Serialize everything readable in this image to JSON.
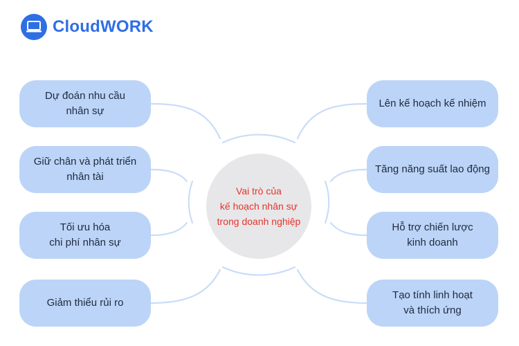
{
  "brand": {
    "name": "CloudWORK",
    "icon": "laptop-icon",
    "color": "#2f6fe4"
  },
  "center": {
    "text": "Vai trò của\nkế hoạch nhân sự\ntrong doanh nghiệp",
    "color": "#e5342b"
  },
  "left_nodes": [
    {
      "label": "Dự đoán nhu cầu\nnhân sự"
    },
    {
      "label": "Giữ chân và phát triển\nnhân tài"
    },
    {
      "label": "Tối ưu hóa\nchi phí nhân sự"
    },
    {
      "label": "Giảm thiểu rủi ro"
    }
  ],
  "right_nodes": [
    {
      "label": "Lên kế hoạch kế nhiệm"
    },
    {
      "label": "Tăng năng suất lao động"
    },
    {
      "label": "Hỗ trợ chiến lược\nkinh doanh"
    },
    {
      "label": "Tạo tính linh hoạt\nvà thích ứng"
    }
  ],
  "colors": {
    "node_fill": "#bcd4f7",
    "connector": "#c9dcf8",
    "center_fill": "#e7e7e9"
  }
}
